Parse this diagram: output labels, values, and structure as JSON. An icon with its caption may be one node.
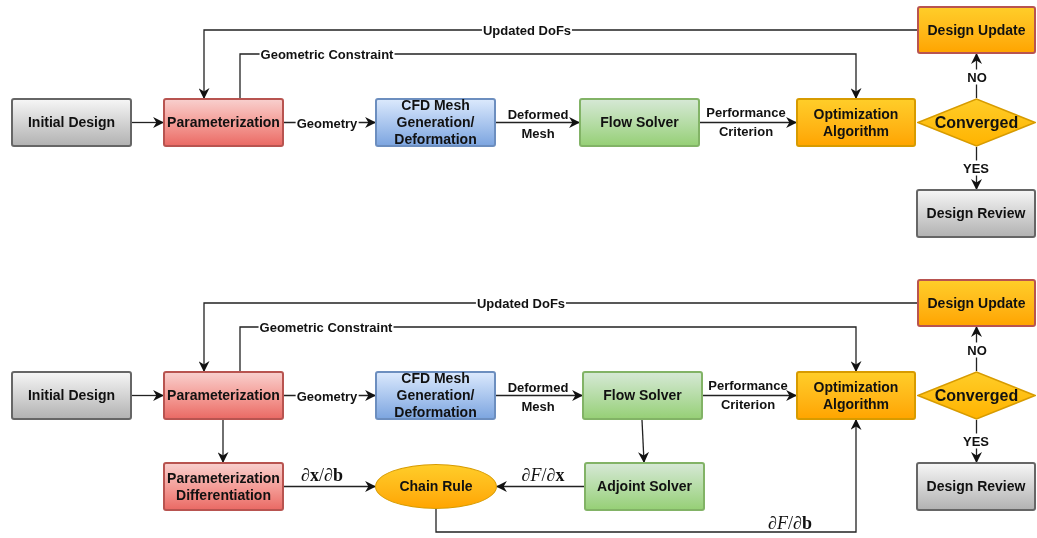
{
  "diagram": {
    "nodes": [
      {
        "text": [
          "Initial Design"
        ]
      },
      {
        "text": [
          "Parameterization"
        ]
      },
      {
        "text": [
          "CFD Mesh Generation/ Deformation"
        ]
      },
      {
        "text": [
          "Flow Solver"
        ]
      },
      {
        "text": [
          "Optimization Algorithm"
        ]
      },
      {
        "text": [
          "Converged"
        ]
      },
      {
        "text": [
          "Design Update"
        ]
      },
      {
        "text": [
          "Design Review"
        ]
      },
      {
        "text": [
          "Initial Design"
        ]
      },
      {
        "text": [
          "Parameterization"
        ]
      },
      {
        "text": [
          "CFD Mesh Generation/ Deformation"
        ]
      },
      {
        "text": [
          "Flow Solver"
        ]
      },
      {
        "text": [
          "Optimization Algorithm"
        ]
      },
      {
        "text": [
          "Converged"
        ]
      },
      {
        "text": [
          "Design Update"
        ]
      },
      {
        "text": [
          "Design Review"
        ]
      },
      {
        "text": [
          "Parameterization Differentiation"
        ]
      },
      {
        "text": [
          "Chain Rule"
        ]
      },
      {
        "text": [
          "Adjoint Solver"
        ]
      }
    ],
    "edges": [
      {
        "from": 0,
        "to": 1,
        "arrow": "to"
      },
      {
        "from": 1,
        "to": 2,
        "arrow": "to",
        "label": "Geometry"
      },
      {
        "from": 2,
        "to": 3,
        "arrow": "to",
        "label": "Deformed Mesh"
      },
      {
        "from": 3,
        "to": 4,
        "arrow": "to",
        "label": "Performance Criterion"
      },
      {
        "from": 5,
        "to": 6,
        "arrow": "to",
        "label": "NO"
      },
      {
        "from": 5,
        "to": 7,
        "arrow": "to",
        "label": "YES"
      },
      {
        "from": 6,
        "to": 1,
        "arrow": "to",
        "label": "Updated DoFs"
      },
      {
        "from": 1,
        "to": 4,
        "arrow": "to",
        "label": "Geometric Constraint"
      },
      {
        "from": 8,
        "to": 9,
        "arrow": "to"
      },
      {
        "from": 9,
        "to": 10,
        "arrow": "to",
        "label": "Geometry"
      },
      {
        "from": 10,
        "to": 11,
        "arrow": "to",
        "label": "Deformed Mesh"
      },
      {
        "from": 11,
        "to": 12,
        "arrow": "to",
        "label": "Performance Criterion"
      },
      {
        "from": 13,
        "to": 14,
        "arrow": "to",
        "label": "NO"
      },
      {
        "from": 13,
        "to": 15,
        "arrow": "to",
        "label": "YES"
      },
      {
        "from": 14,
        "to": 9,
        "arrow": "to",
        "label": "Updated DoFs"
      },
      {
        "from": 9,
        "to": 12,
        "arrow": "to",
        "label": "Geometric Constraint"
      },
      {
        "from": 9,
        "to": 16,
        "arrow": "to"
      },
      {
        "from": 11,
        "to": 18,
        "arrow": "to"
      },
      {
        "from": 18,
        "to": 17,
        "arrow": "to",
        "label": "∂*F*/∂**x**"
      },
      {
        "from": 16,
        "to": 17,
        "arrow": "to",
        "label": "∂**x**/∂**b**"
      },
      {
        "from": 17,
        "to": 12,
        "arrow": "to",
        "label": "∂*F*/∂**b**"
      }
    ]
  }
}
